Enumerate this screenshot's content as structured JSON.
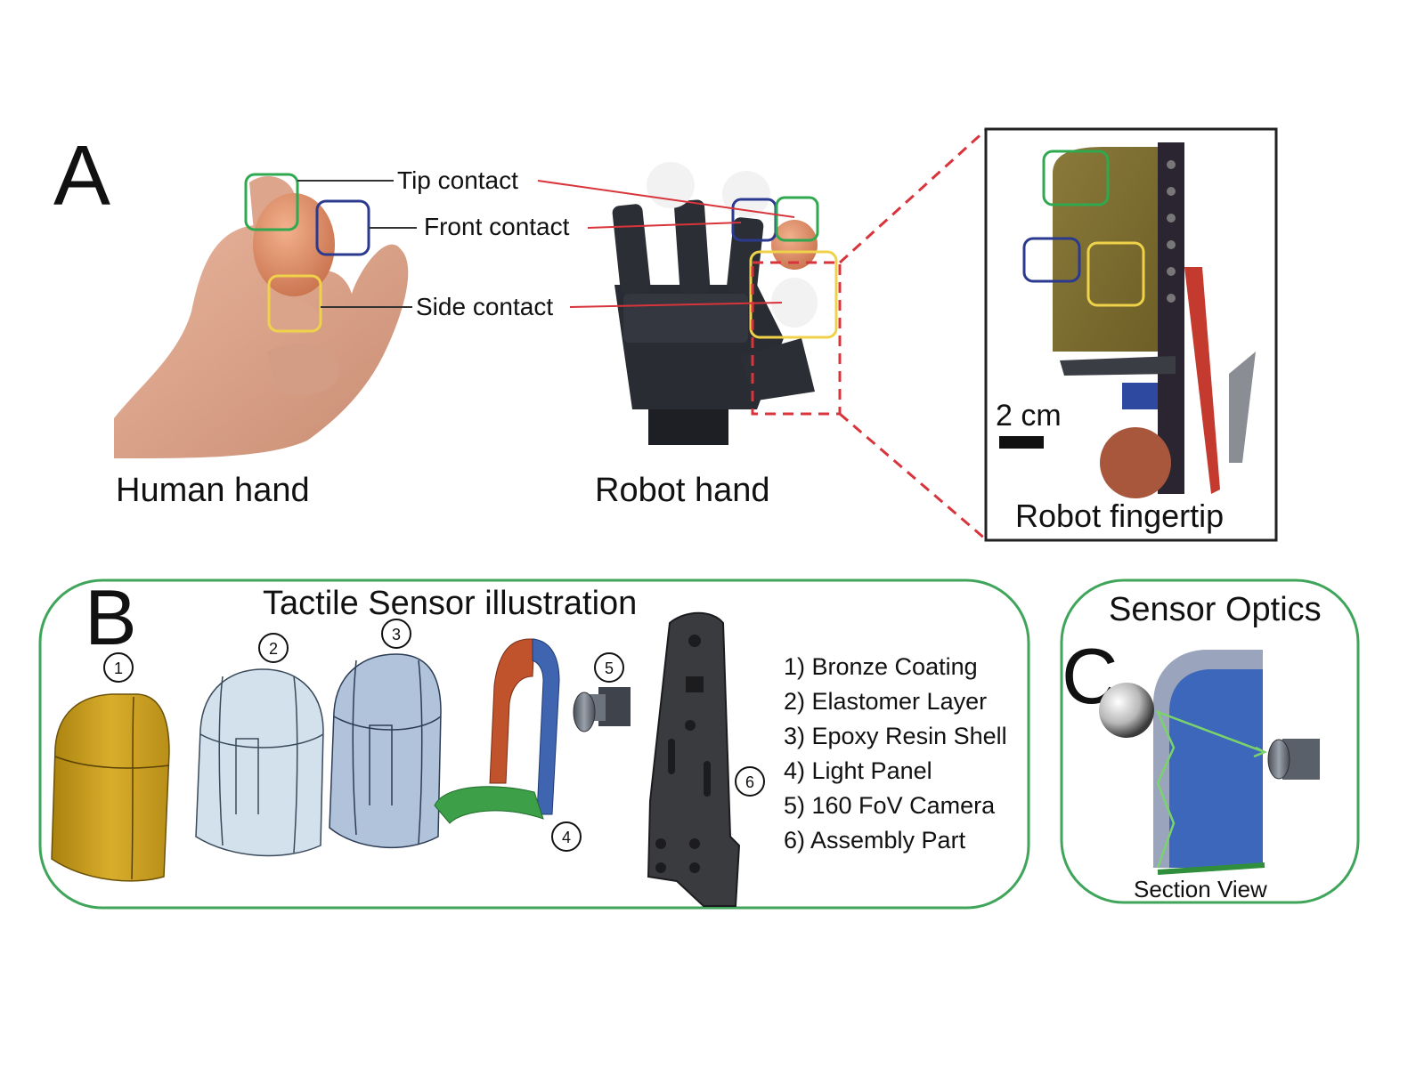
{
  "panelA": {
    "letter": "A",
    "tip_contact": "Tip contact",
    "front_contact": "Front contact",
    "side_contact": "Side contact",
    "human_hand": "Human hand",
    "robot_hand": "Robot hand",
    "robot_fingertip": "Robot fingertip",
    "scale_bar": "2 cm"
  },
  "panelB": {
    "letter": "B",
    "title": "Tactile Sensor illustration",
    "markers": [
      "1",
      "2",
      "3",
      "4",
      "5",
      "6"
    ],
    "parts": [
      "1) Bronze Coating",
      "2) Elastomer Layer",
      "3) Epoxy Resin Shell",
      "4) Light Panel",
      "5) 160 FoV Camera",
      "6) Assembly Part"
    ]
  },
  "panelC": {
    "letter": "C",
    "title": "Sensor Optics",
    "section_view": "Section View"
  },
  "colors": {
    "tip": "#2fa84f",
    "front": "#2b3a8f",
    "side": "#f0d24a",
    "leader": "#d8343b",
    "panel_border": "#3fa55a",
    "bronze": "#c9a228",
    "elastomer": "#b9cfdf",
    "epoxy": "#a9bdd6",
    "sensor_blue": "#3a67b8"
  }
}
